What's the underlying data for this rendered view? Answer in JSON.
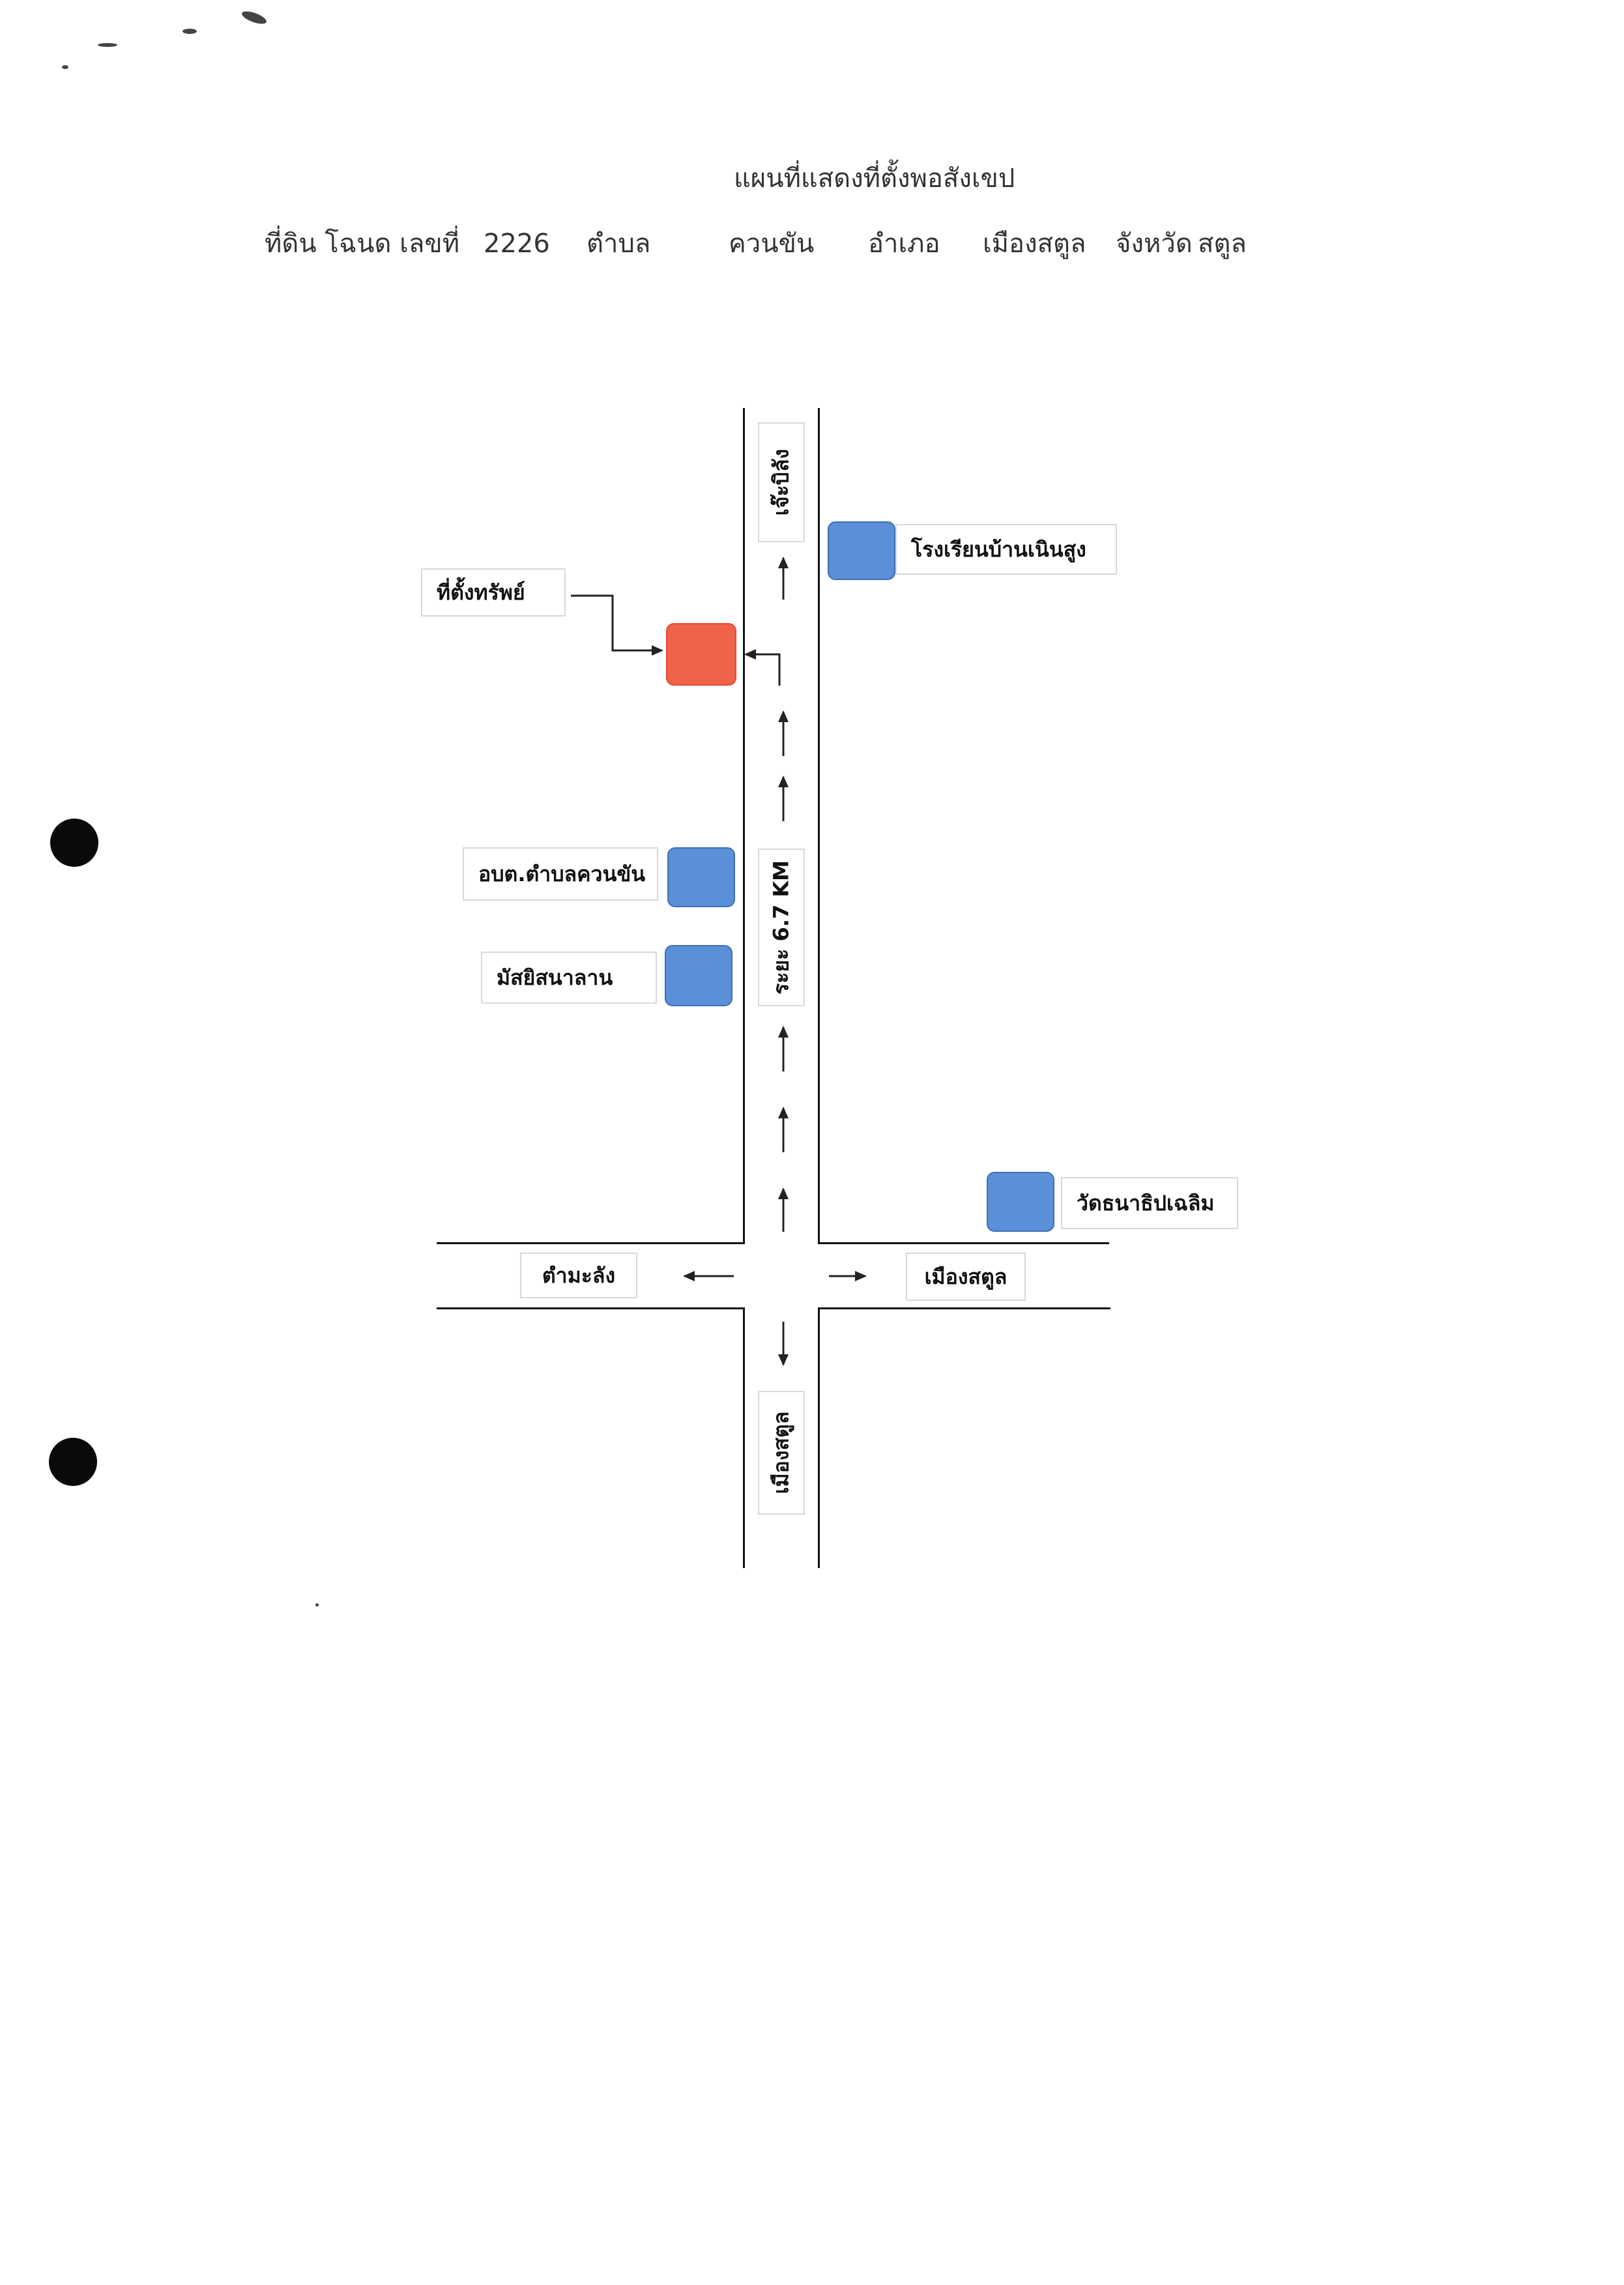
{
  "header": {
    "title": "แผนที่แสดงที่ตั้งพอสังเขป",
    "fields": {
      "land_label": "ที่ดิน โฉนด เลขที่",
      "deed_number": "2226",
      "subdistrict_label": "ตำบล",
      "subdistrict": "ควนขัน",
      "district_label": "อำเภอ",
      "district": "เมืองสตูล",
      "province_label": "จังหวัด",
      "province": "สตูล"
    }
  },
  "map": {
    "road_labels": {
      "north": "เจ๊ะบิลัง",
      "south": "เมืองสตูล",
      "west": "ตำมะลัง",
      "east": "เมืองสตูล",
      "distance": "ระยะ 6.7 KM"
    },
    "landmarks": {
      "property": "ที่ตั้งทรัพย์",
      "school": "โรงเรียนบ้านเนินสูง",
      "sao_office": "อบต.ตำบลควนขัน",
      "mosque": "มัสยิสนาลาน",
      "temple": "วัดธนาธิปเฉลิม"
    },
    "colors": {
      "property_marker": "#f0624a",
      "landmark_marker": "#5b8fd8"
    }
  }
}
